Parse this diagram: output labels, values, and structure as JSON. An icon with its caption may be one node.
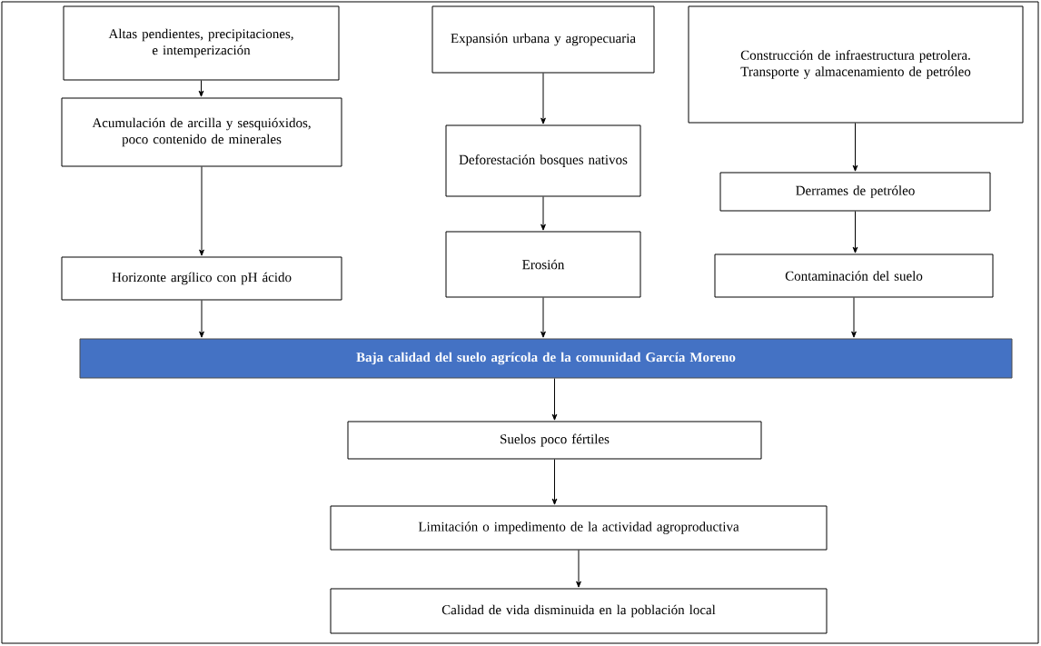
{
  "diagram": {
    "nodes": [
      {
        "text": [
          "Altas pendientes, precipitaciones, e intemperización"
        ]
      },
      {
        "text": [
          "Acumulación de arcilla y sesquióxidos, poco contenido de minerales"
        ]
      },
      {
        "text": [
          "Horizonte argílico con pH ácido"
        ]
      },
      {
        "text": [
          "Expansión urbana y agropecuaria"
        ]
      },
      {
        "text": [
          "Deforestación bosques nativos"
        ]
      },
      {
        "text": [
          "Erosión"
        ]
      },
      {
        "text": [
          "Construcción de infraestructura petrolera. Transporte y almacenamiento de petróleo"
        ]
      },
      {
        "text": [
          "Derrames de petróleo"
        ]
      },
      {
        "text": [
          "Contaminación del suelo"
        ]
      },
      {
        "text": [
          "Baja calidad del suelo agrícola de la comunidad García Moreno"
        ]
      },
      {
        "text": [
          "Suelos poco fértiles"
        ]
      },
      {
        "text": [
          "Limitación o impedimento de la actividad agroproductiva"
        ]
      },
      {
        "text": [
          "Calidad de vida disminuida en la población local"
        ]
      }
    ],
    "edges": [
      {
        "from": 0,
        "to": 1,
        "arrow": "to"
      },
      {
        "from": 1,
        "to": 2,
        "arrow": "to"
      },
      {
        "from": 2,
        "to": 9,
        "arrow": "to"
      },
      {
        "from": 3,
        "to": 4,
        "arrow": "to"
      },
      {
        "from": 4,
        "to": 5,
        "arrow": "to"
      },
      {
        "from": 5,
        "to": 9,
        "arrow": "to"
      },
      {
        "from": 6,
        "to": 7,
        "arrow": "to"
      },
      {
        "from": 7,
        "to": 8,
        "arrow": "to"
      },
      {
        "from": 8,
        "to": 9,
        "arrow": "to"
      },
      {
        "from": 9,
        "to": 10,
        "arrow": "to"
      },
      {
        "from": 10,
        "to": 11,
        "arrow": "to"
      },
      {
        "from": 11,
        "to": 12,
        "arrow": "to"
      }
    ]
  }
}
